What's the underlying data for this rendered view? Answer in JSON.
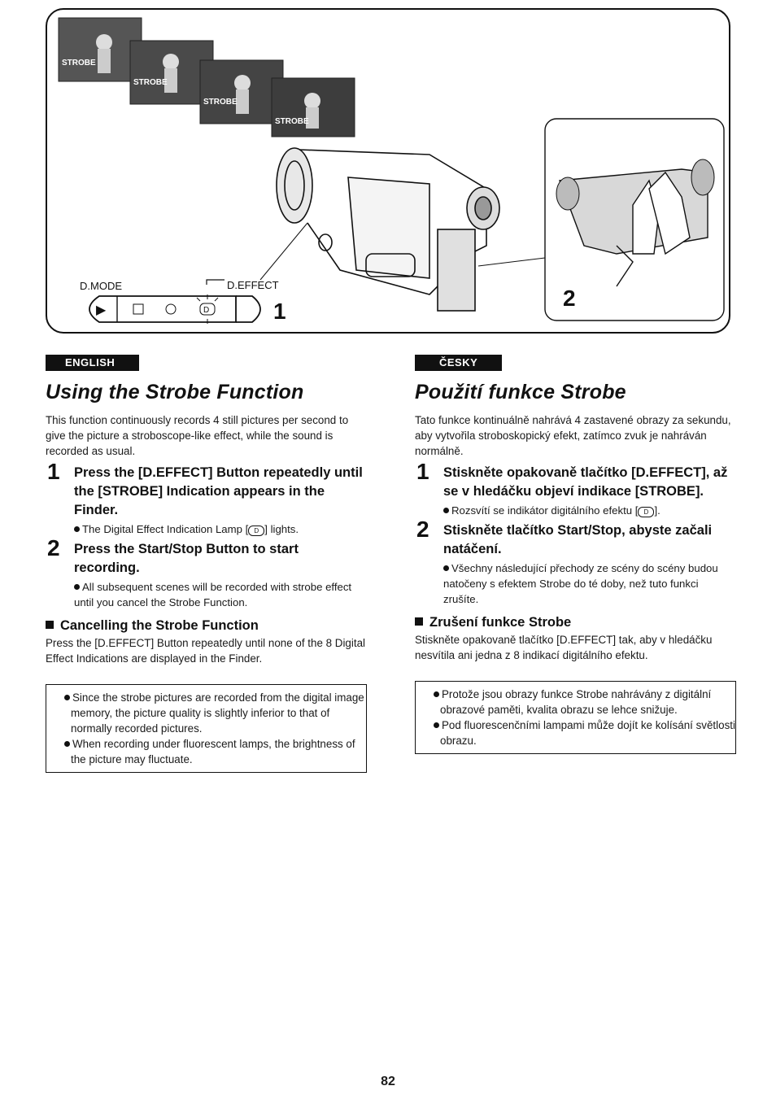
{
  "figure": {
    "frame_label": "STROBE",
    "dmode_label": "D.MODE",
    "deffect_label": "D.EFFECT",
    "lamp_glyph": "D",
    "play_glyph": "▶",
    "callout_1": "1",
    "callout_2": "2"
  },
  "english": {
    "lang_label": "ENGLISH",
    "title": "Using the Strobe Function",
    "intro": "This function continuously records 4 still pictures per second to give the picture a stroboscope-like effect, while the sound is recorded as usual.",
    "step1_num": "1",
    "step1_text": "Press the [D.EFFECT] Button repeatedly until the [STROBE] Indication appears in the Finder.",
    "step1_note_a": "The Digital Effect Indication Lamp [",
    "step1_note_b": "] lights.",
    "step2_num": "2",
    "step2_text": "Press the Start/Stop Button to start recording.",
    "step2_note": "All subsequent scenes will be recorded with strobe effect until you cancel the Strobe Function.",
    "cancel_head": "Cancelling the Strobe Function",
    "cancel_text": "Press the [D.EFFECT] Button repeatedly until none of the 8 Digital Effect Indications are displayed in the Finder.",
    "note1": "Since the strobe pictures are recorded from the digital image memory, the picture quality is slightly inferior to that of normally recorded pictures.",
    "note2": "When recording under fluorescent lamps, the brightness of the picture may fluctuate."
  },
  "czech": {
    "lang_label": "ČESKY",
    "title": "Použití funkce Strobe",
    "intro": "Tato funkce kontinuálně nahrává 4 zastavené obrazy za sekundu, aby vytvořila stroboskopický efekt, zatímco zvuk je nahráván normálně.",
    "step1_num": "1",
    "step1_text": "Stiskněte opakovaně tlačítko [D.EFFECT], až se v hledáčku objeví indikace [STROBE].",
    "step1_note_a": "Rozsvítí se indikátor digitálního efektu [",
    "step1_note_b": "].",
    "step2_num": "2",
    "step2_text": "Stiskněte tlačítko Start/Stop, abyste začali natáčení.",
    "step2_note": "Všechny následující přechody ze scény do scény budou natočeny s efektem Strobe do té doby, než tuto funkci zrušíte.",
    "cancel_head": "Zrušení funkce Strobe",
    "cancel_text": "Stiskněte opakovaně tlačítko [D.EFFECT] tak, aby v hledáčku nesvítila ani jedna z 8 indikací digitálního efektu.",
    "note1": "Protože jsou obrazy funkce Strobe nahrávány z digitální obrazové paměti, kvalita obrazu se lehce snižuje.",
    "note2": "Pod fluorescenčními lampami může dojít ke kolísání světlosti obrazu."
  },
  "page_number": "82"
}
